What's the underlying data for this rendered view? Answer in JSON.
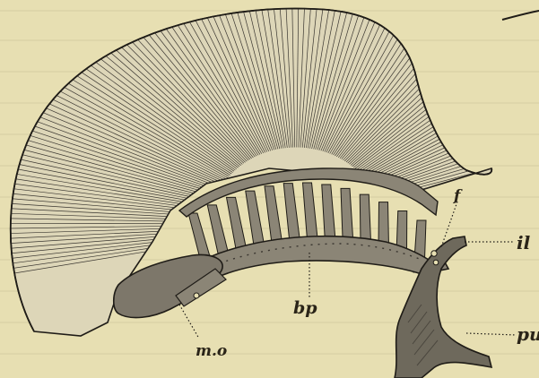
{
  "figure": {
    "colors": {
      "paper": "#e7dfb2",
      "fin_fill": "#ddd6b8",
      "ray_line": "#3a3630",
      "bone_fill": "#8b8576",
      "bone_dark": "#5f5a4f",
      "outline": "#1f1c17",
      "label": "#2a2418"
    },
    "labels": {
      "f": "f",
      "il": "il",
      "bp": "bp",
      "mo": "m.o",
      "pu": "pu"
    }
  }
}
